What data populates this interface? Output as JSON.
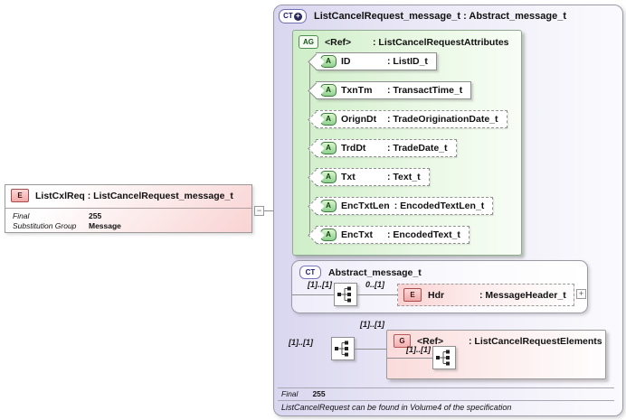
{
  "icons": {
    "collapse": "−",
    "expand": "+",
    "ct_plus": "+"
  },
  "colors": {
    "complex_type_fill": "#d9d6ef",
    "attribute_group_fill": "#cfeec8",
    "element_fill": "#f9d3d3",
    "group_fill": "#fadbdb",
    "attribute_badge_fill": "#8ed08e",
    "element_badge_fill": "#f0a8a8",
    "border_gray": "#8f8f8f"
  },
  "element_box": {
    "badge": "E",
    "title": "ListCxlReq : ListCancelRequest_message_t",
    "properties": [
      {
        "label": "Final",
        "value": "255"
      },
      {
        "label": "Substitution Group",
        "value": "Message"
      }
    ]
  },
  "complex_type": {
    "badge": "CT",
    "title": "ListCancelRequest_message_t : Abstract_message_t",
    "attribute_group": {
      "badge": "AG",
      "name": "<Ref>",
      "type": ": ListCancelRequestAttributes",
      "attributes": [
        {
          "badge": "A",
          "name": "ID",
          "type": ": ListID_t"
        },
        {
          "badge": "A",
          "name": "TxnTm",
          "type": ": TransactTime_t"
        },
        {
          "badge": "A",
          "name": "OrignDt",
          "type": ": TradeOriginationDate_t"
        },
        {
          "badge": "A",
          "name": "TrdDt",
          "type": ": TradeDate_t"
        },
        {
          "badge": "A",
          "name": "Txt",
          "type": ": Text_t"
        },
        {
          "badge": "A",
          "name": "EncTxtLen",
          "type": ": EncodedTextLen_t"
        },
        {
          "badge": "A",
          "name": "EncTxt",
          "type": ": EncodedText_t"
        }
      ]
    },
    "base_type": {
      "badge": "CT",
      "title": "Abstract_message_t",
      "sequence_cardinality": "[1]..[1]",
      "hdr_cardinality": "0..[1]",
      "hdr": {
        "badge": "E",
        "name": "Hdr",
        "type": ": MessageHeader_t"
      }
    },
    "content_model": {
      "sequence_cardinality": "[1]..[1]",
      "group_cardinality": "[1]..[1]",
      "group": {
        "badge": "G",
        "name": "<Ref>",
        "type": ": ListCancelRequestElements",
        "inner_cardinality": "[1]..[1]"
      }
    },
    "footer": {
      "final_label": "Final",
      "final_value": "255",
      "note": "ListCancelRequest can be found in Volume4 of the specification"
    }
  }
}
